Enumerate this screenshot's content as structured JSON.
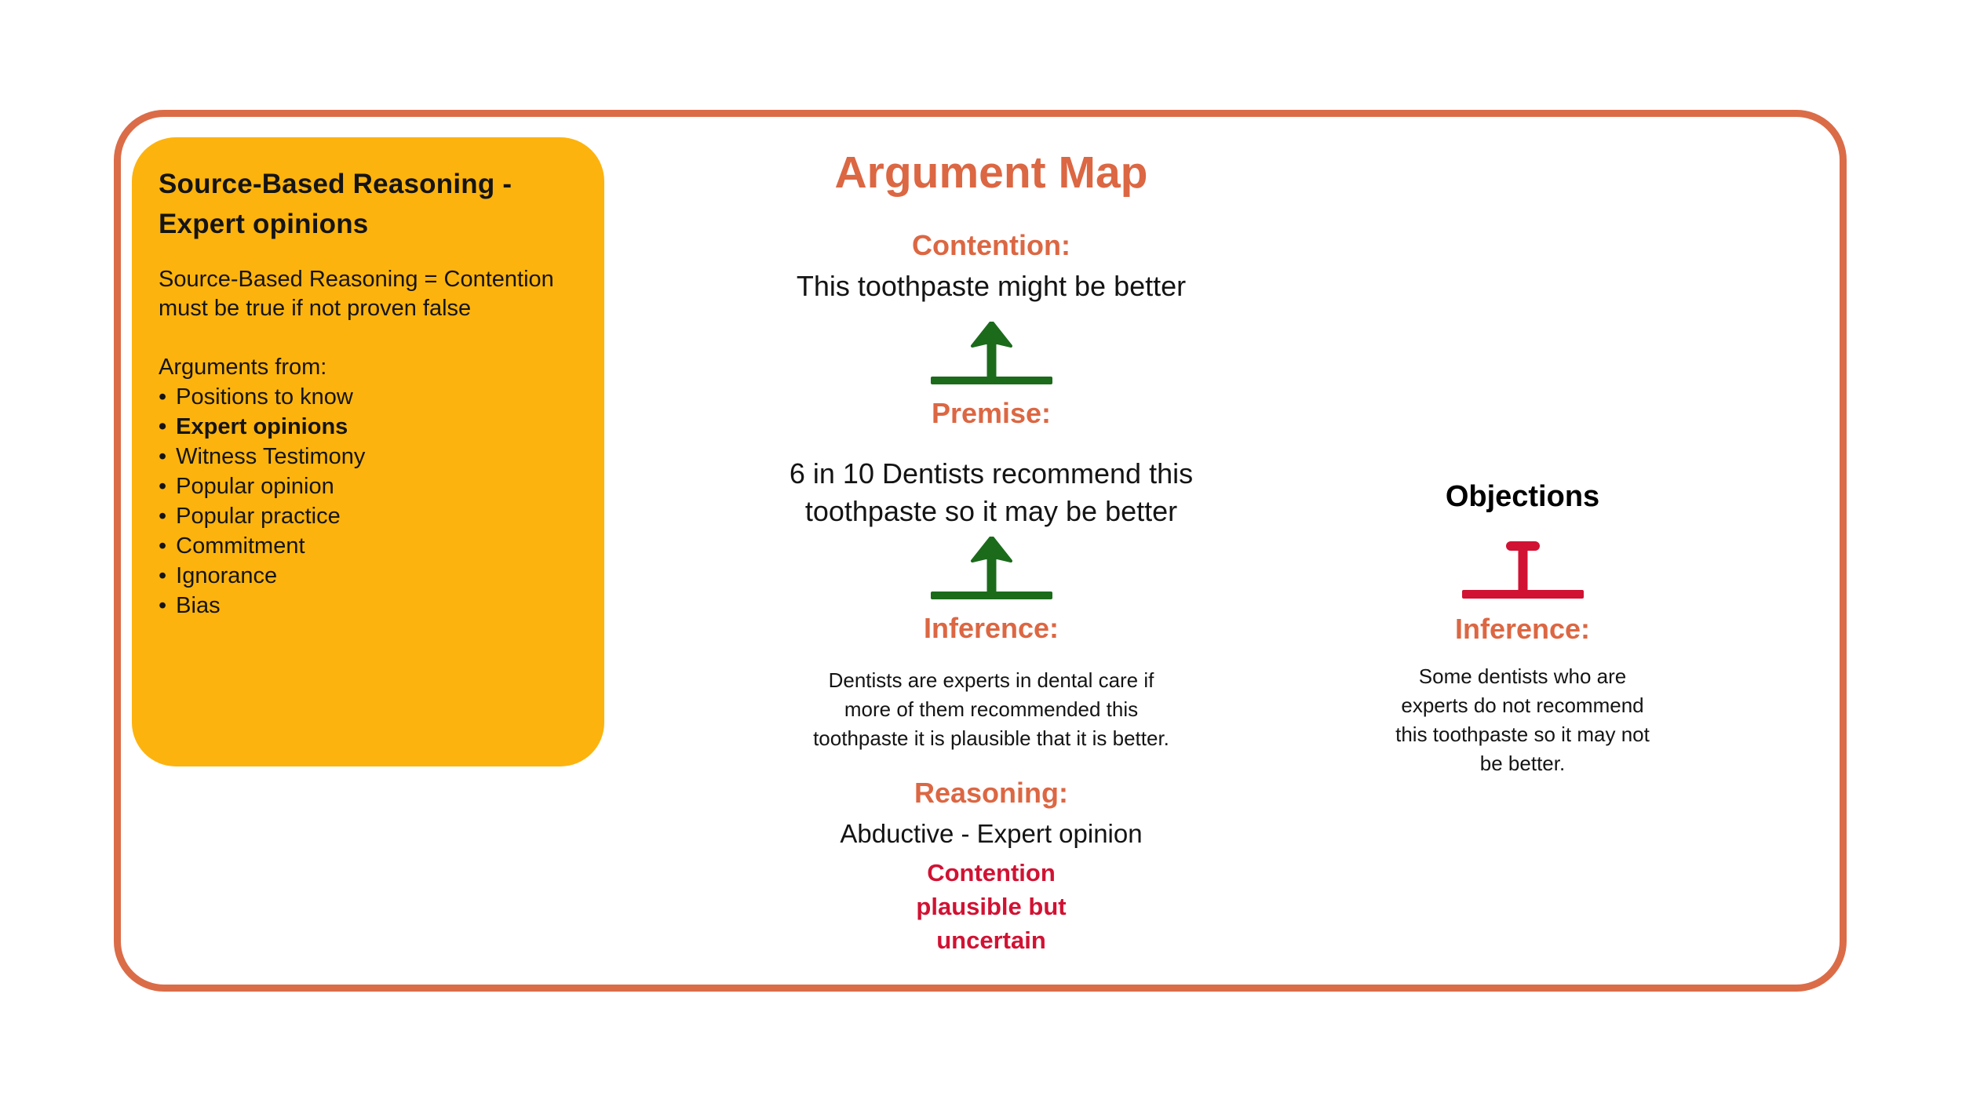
{
  "colors": {
    "accent_orange": "#DC6743",
    "border_orange": "#DB6C48",
    "card_yellow": "#FDB30E",
    "support_green": "#1B6B1B",
    "objection_red": "#D11233",
    "text_black": "#141414"
  },
  "sidebar_card": {
    "title_lines": [
      "Source-Based Reasoning -",
      "Expert opinions"
    ],
    "definition_lines": [
      "Source-Based Reasoning = Contention",
      "must be true if not proven false"
    ],
    "list_heading": "Arguments from:",
    "bullet": "•",
    "items": [
      {
        "label": "Positions to know",
        "emphasis": false
      },
      {
        "label": "Expert opinions",
        "emphasis": true
      },
      {
        "label": "Witness Testimony",
        "emphasis": false
      },
      {
        "label": "Popular opinion",
        "emphasis": false
      },
      {
        "label": "Popular practice",
        "emphasis": false
      },
      {
        "label": "Commitment",
        "emphasis": false
      },
      {
        "label": "Ignorance",
        "emphasis": false
      },
      {
        "label": "Bias",
        "emphasis": false
      }
    ]
  },
  "argument_map": {
    "title": "Argument Map",
    "contention_label": "Contention:",
    "contention_text": "This toothpaste might be better",
    "premise_label": "Premise:",
    "premise_lines": [
      "6 in 10 Dentists recommend this",
      "toothpaste so it may be better"
    ],
    "inference_label": "Inference:",
    "inference_lines": [
      "Dentists are experts in dental care if",
      "more of them recommended this",
      "toothpaste it is plausible that it is better."
    ],
    "reasoning_label": "Reasoning:",
    "reasoning_type": "Abductive - Expert opinion",
    "reasoning_note_lines": [
      "Contention",
      "plausible but",
      "uncertain"
    ]
  },
  "objections": {
    "heading": "Objections",
    "inference_label": "Inference:",
    "text_lines": [
      "Some dentists who are",
      "experts do not recommend",
      "this toothpaste so it may not",
      "be better."
    ]
  }
}
